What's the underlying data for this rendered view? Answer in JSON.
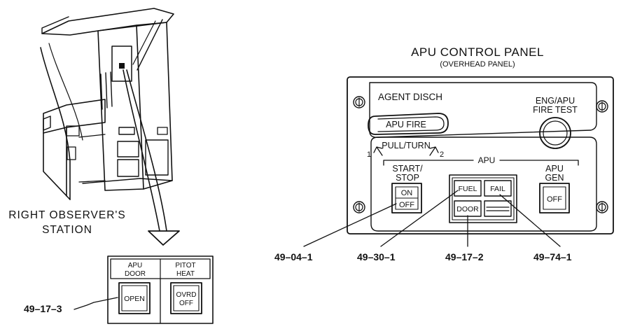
{
  "station": {
    "label_line1": "RIGHT OBSERVER'S",
    "label_line2": "STATION"
  },
  "small_panel": {
    "apu_door_line1": "APU",
    "apu_door_line2": "DOOR",
    "pitot_line1": "PITOT",
    "pitot_line2": "HEAT",
    "open_button": "OPEN",
    "ovrd_line1": "OVRD",
    "ovrd_line2": "OFF"
  },
  "apu_panel": {
    "title": "APU CONTROL PANEL",
    "subtitle": "(OVERHEAD PANEL)",
    "agent_disch": "AGENT DISCH",
    "fire_test_line1": "ENG/APU",
    "fire_test_line2": "FIRE TEST",
    "apu_fire": "APU FIRE",
    "pull_turn": "PULL/TURN",
    "pos_1": "1",
    "pos_2": "2",
    "apu_label": "APU",
    "start_stop_line1": "START/",
    "start_stop_line2": "STOP",
    "on_label": "ON",
    "off_label": "OFF",
    "fuel_label": "FUEL",
    "fail_label": "FAIL",
    "door_label": "DOOR",
    "apu_gen_line1": "APU",
    "apu_gen_line2": "GEN",
    "gen_off_label": "OFF"
  },
  "callouts": {
    "c1": "49–04–1",
    "c2": "49–30–1",
    "c3": "49–17–2",
    "c4": "49–74–1",
    "c5": "49–17–3"
  }
}
